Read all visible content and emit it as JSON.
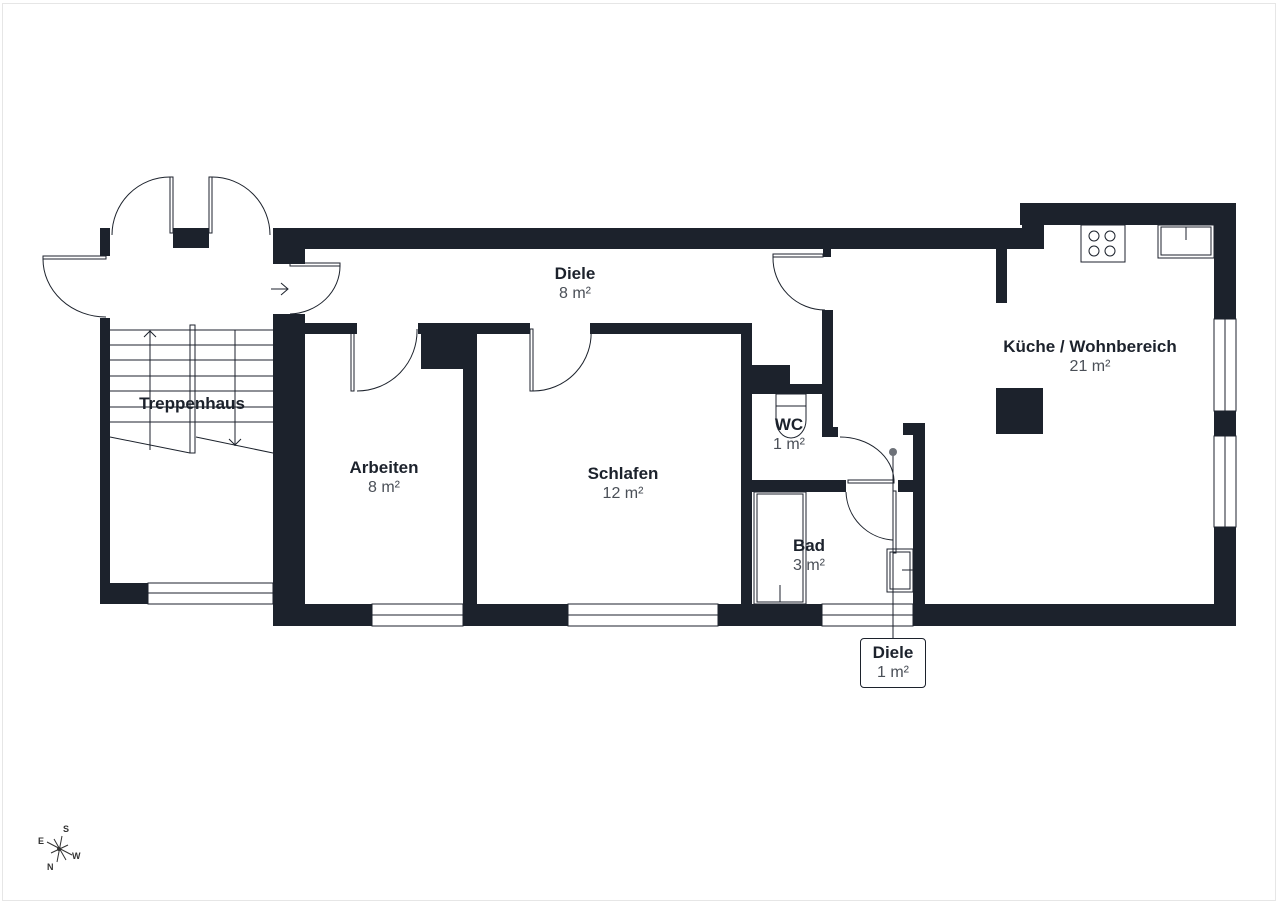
{
  "floorplan": {
    "colors": {
      "wall": "#1c222c",
      "background": "#ffffff",
      "area_text": "#4a4f57"
    },
    "rooms": [
      {
        "id": "treppenhaus",
        "name": "Treppenhaus",
        "area": ""
      },
      {
        "id": "diele_main",
        "name": "Diele",
        "area": "8 m²"
      },
      {
        "id": "arbeiten",
        "name": "Arbeiten",
        "area": "8 m²"
      },
      {
        "id": "schlafen",
        "name": "Schlafen",
        "area": "12 m²"
      },
      {
        "id": "wc",
        "name": "WC",
        "area": "1 m²"
      },
      {
        "id": "bad",
        "name": "Bad",
        "area": "3 m²"
      },
      {
        "id": "kueche",
        "name": "Küche / Wohnbereich",
        "area": "21 m²"
      },
      {
        "id": "diele_small",
        "name": "Diele",
        "area": "1 m²"
      }
    ],
    "compass": {
      "n": "N",
      "s": "S",
      "e": "E",
      "w": "W"
    },
    "entry_arrow": "→"
  }
}
